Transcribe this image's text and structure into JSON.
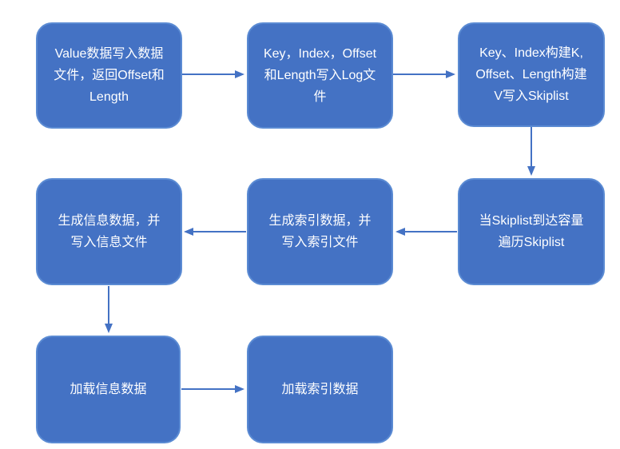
{
  "diagram": {
    "type": "flowchart",
    "colors": {
      "node_fill": "#4472C4",
      "node_border": "#5B8BD3",
      "arrow": "#4472C4",
      "text": "#FFFFFF",
      "background": "#FFFFFF"
    },
    "nodes": [
      {
        "id": "write-value-data",
        "label": "Value数据写入数据\n文件，返回Offset和\nLength"
      },
      {
        "id": "write-log-file",
        "label": "Key，Index，Offset\n和Length写入Log文\n件"
      },
      {
        "id": "build-skiplist-kv",
        "label": "Key、Index构建K,\nOffset、Length构建\nV写入Skiplist"
      },
      {
        "id": "traverse-skiplist",
        "label": "当Skiplist到达容量\n遍历Skiplist"
      },
      {
        "id": "write-index-file",
        "label": "生成索引数据，并\n写入索引文件"
      },
      {
        "id": "write-info-file",
        "label": "生成信息数据，并\n写入信息文件"
      },
      {
        "id": "load-info-data",
        "label": "加载信息数据"
      },
      {
        "id": "load-index-data",
        "label": "加载索引数据"
      }
    ],
    "edges": [
      {
        "from": "write-value-data",
        "to": "write-log-file",
        "direction": "right"
      },
      {
        "from": "write-log-file",
        "to": "build-skiplist-kv",
        "direction": "right"
      },
      {
        "from": "build-skiplist-kv",
        "to": "traverse-skiplist",
        "direction": "down"
      },
      {
        "from": "traverse-skiplist",
        "to": "write-index-file",
        "direction": "left"
      },
      {
        "from": "write-index-file",
        "to": "write-info-file",
        "direction": "left"
      },
      {
        "from": "write-info-file",
        "to": "load-info-data",
        "direction": "down"
      },
      {
        "from": "load-info-data",
        "to": "load-index-data",
        "direction": "right"
      }
    ]
  }
}
